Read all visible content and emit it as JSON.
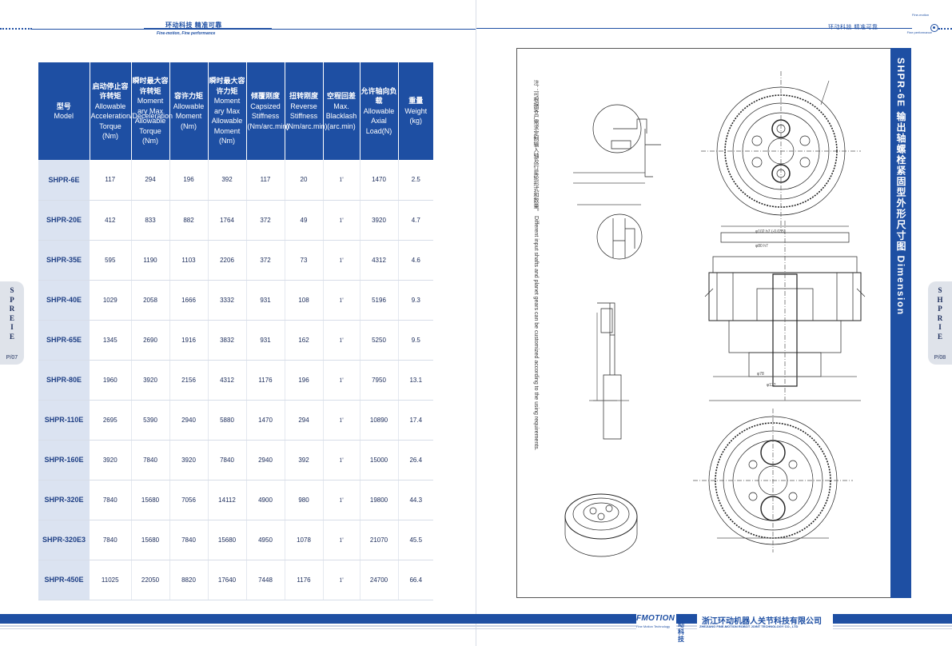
{
  "header_left": {
    "cn": "环动科技   精准可靠",
    "en": "Fine-motion, Fine performance"
  },
  "header_right": {
    "cn": "环动科技  精准可靠",
    "tiny_top": "Fine-motion",
    "tiny_bottom": "Fine performance"
  },
  "side_left": {
    "letters": "S\nP\nR\nE\nI\nE",
    "page": "P/07"
  },
  "side_right": {
    "letters": "S\nH\nP\nR\nI\nE",
    "page": "P/08"
  },
  "table": {
    "headers": [
      {
        "cn": "型号",
        "en": "Model"
      },
      {
        "cn": "启动停止容许转矩",
        "en": "Allowable Acceleration/Deceleration Torque (Nm)"
      },
      {
        "cn": "瞬时最大容许转矩",
        "en": "Moment ary Max Allowable Torque (Nm)"
      },
      {
        "cn": "容许力矩",
        "en": "Allowable Moment (Nm)"
      },
      {
        "cn": "瞬时最大容许力矩",
        "en": "Moment ary Max Allowable Moment (Nm)"
      },
      {
        "cn": "倾覆刚度",
        "en": "Capsized Stiffness (Nm/arc.min)"
      },
      {
        "cn": "扭转刚度",
        "en": "Reverse Stiffness (Nm/arc.min)"
      },
      {
        "cn": "空程回差",
        "en": "Max. Blacklash (arc.min)"
      },
      {
        "cn": "允许轴向负载",
        "en": "Allowable Axial Load(N)"
      },
      {
        "cn": "重量",
        "en": "Weight (kg)"
      }
    ],
    "rows": [
      [
        "SHPR-6E",
        "117",
        "294",
        "196",
        "392",
        "117",
        "20",
        "1'",
        "1470",
        "2.5"
      ],
      [
        "SHPR-20E",
        "412",
        "833",
        "882",
        "1764",
        "372",
        "49",
        "1'",
        "3920",
        "4.7"
      ],
      [
        "SHPR-35E",
        "595",
        "1190",
        "1103",
        "2206",
        "372",
        "73",
        "1'",
        "4312",
        "4.6"
      ],
      [
        "SHPR-40E",
        "1029",
        "2058",
        "1666",
        "3332",
        "931",
        "108",
        "1'",
        "5196",
        "9.3"
      ],
      [
        "SHPR-65E",
        "1345",
        "2690",
        "1916",
        "3832",
        "931",
        "162",
        "1'",
        "5250",
        "9.5"
      ],
      [
        "SHPR-80E",
        "1960",
        "3920",
        "2156",
        "4312",
        "1176",
        "196",
        "1'",
        "7950",
        "13.1"
      ],
      [
        "SHPR-110E",
        "2695",
        "5390",
        "2940",
        "5880",
        "1470",
        "294",
        "1'",
        "10890",
        "17.4"
      ],
      [
        "SHPR-160E",
        "3920",
        "7840",
        "3920",
        "7840",
        "2940",
        "392",
        "1'",
        "15000",
        "26.4"
      ],
      [
        "SHPR-320E",
        "7840",
        "15680",
        "7056",
        "14112",
        "4900",
        "980",
        "1'",
        "19800",
        "44.3"
      ],
      [
        "SHPR-320E3",
        "7840",
        "15680",
        "7840",
        "15680",
        "4950",
        "1078",
        "1'",
        "21070",
        "45.5"
      ],
      [
        "SHPR-450E",
        "11025",
        "22050",
        "8820",
        "17640",
        "7448",
        "1176",
        "1'",
        "24700",
        "66.4"
      ]
    ]
  },
  "drawing": {
    "title": "SHPR-6E 输出轴螺栓紧固型外形尺寸图 Dimension",
    "note": "注：可根据客户需求定制输入轴及行星轮形式和数量。 Different input shafts and planet gears can be customized according to the using requirements."
  },
  "footer": {
    "logo": "FMOTION",
    "logo_cn": "环动科技",
    "logo_sub": "Fine Motion Technology",
    "company_cn": "浙江环动机器人关节科技有限公司",
    "company_en": "ZHEJIANG FINE-MOTION ROBOT JOINT TECHNOLOGY CO., LTD"
  }
}
